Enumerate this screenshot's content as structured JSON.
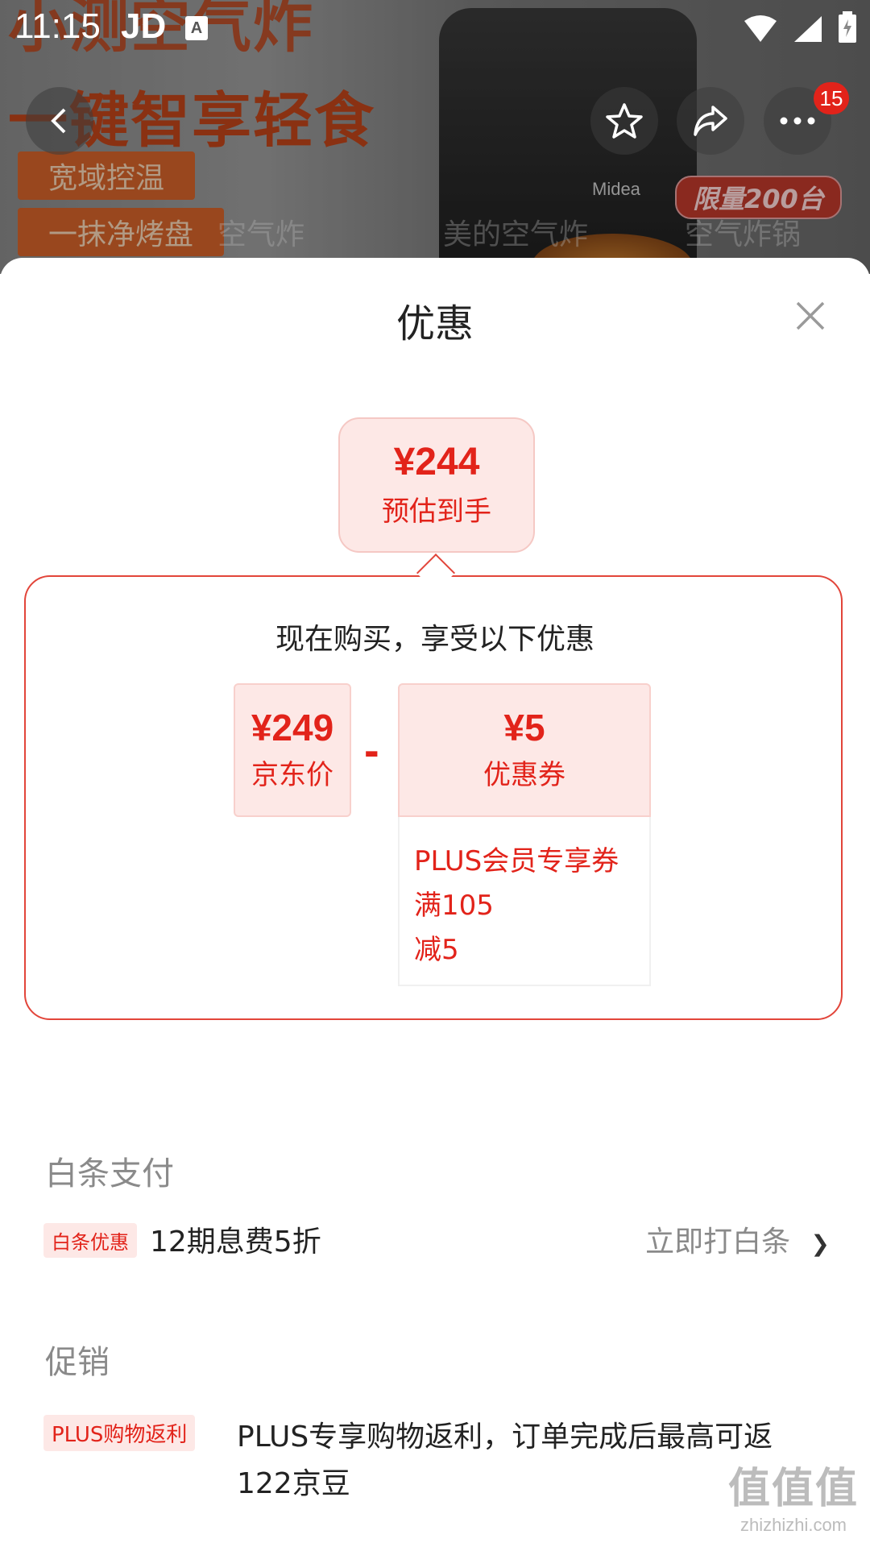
{
  "status_bar": {
    "time": "11:15",
    "carrier": "JD",
    "notif_icon_glyph": "A"
  },
  "banner": {
    "headline_top": "小测空气炸",
    "headline_main": "一键智享轻食",
    "feature_1": "宽域控温",
    "feature_2": "一抹净烤盘",
    "brand": "Midea",
    "limited": "限量200台",
    "ghost_tabs": [
      "空气炸",
      "美的空气炸",
      "空气炸锅"
    ]
  },
  "nav": {
    "cart_badge": "15",
    "icons": [
      "back-icon",
      "star-icon",
      "share-icon",
      "more-icon"
    ]
  },
  "sheet": {
    "title": "优惠",
    "estimate": {
      "price": "¥244",
      "label": "预估到手"
    },
    "promo": {
      "heading": "现在购买，享受以下优惠",
      "jd_price": {
        "amount": "¥249",
        "label": "京东价"
      },
      "minus": "-",
      "coupon": {
        "amount": "¥5",
        "label": "优惠券",
        "details": [
          "PLUS会员专享券",
          "满105",
          "减5"
        ]
      }
    },
    "baitiao": {
      "section_title": "白条支付",
      "tag": "白条优惠",
      "text": "12期息费5折",
      "action": "立即打白条",
      "action_chevron": "❯"
    },
    "promotion": {
      "section_title": "促销",
      "tag": "PLUS购物返利",
      "text_line1": "PLUS专享购物返利，订单完成后最高可返",
      "text_line2": "122京豆"
    }
  },
  "watermark": {
    "big": "值值值",
    "small": "zhizhizhi.com"
  },
  "colors": {
    "accent": "#e2231a",
    "accent_light": "#fde8e6",
    "muted": "#8a8a8a"
  }
}
